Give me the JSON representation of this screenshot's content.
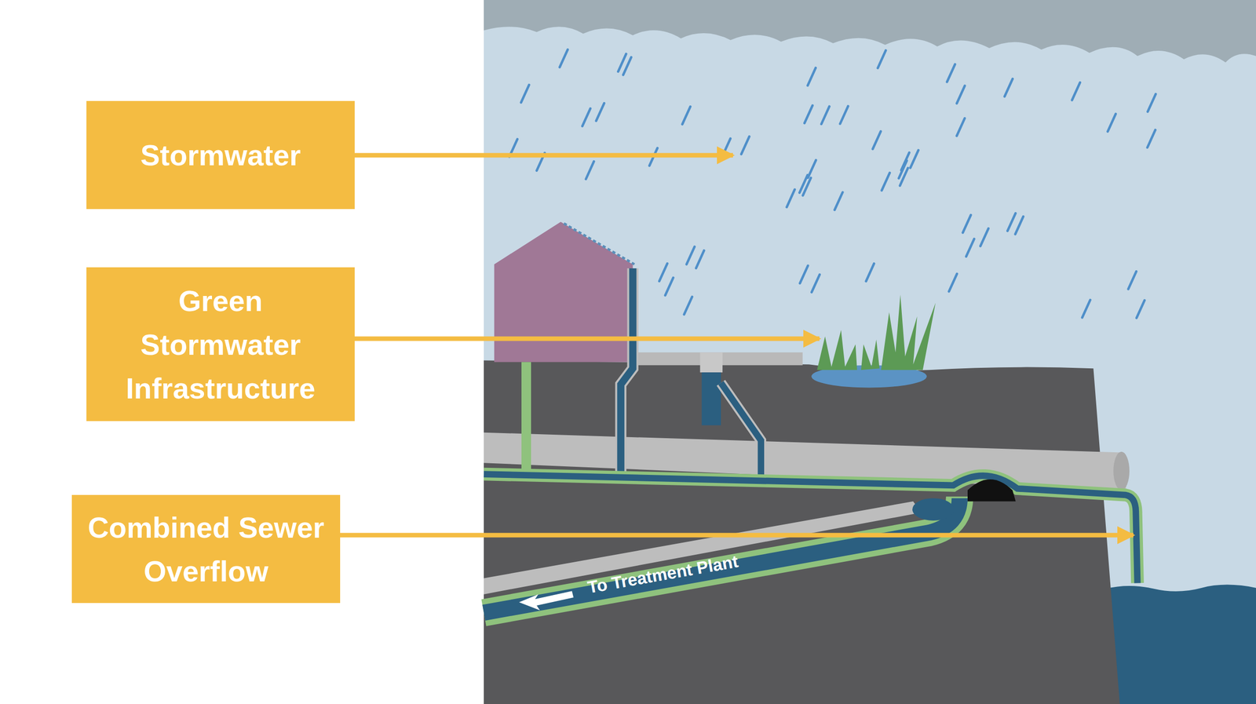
{
  "diagram": {
    "nodes": [
      {
        "text": [
          "Stormwater"
        ]
      },
      {
        "text": [
          "Green Stormwater Infrastructure"
        ]
      },
      {
        "text": [
          "Combined Sewer Overflow"
        ]
      }
    ],
    "labels": [
      "To Treatment Plant"
    ]
  }
}
